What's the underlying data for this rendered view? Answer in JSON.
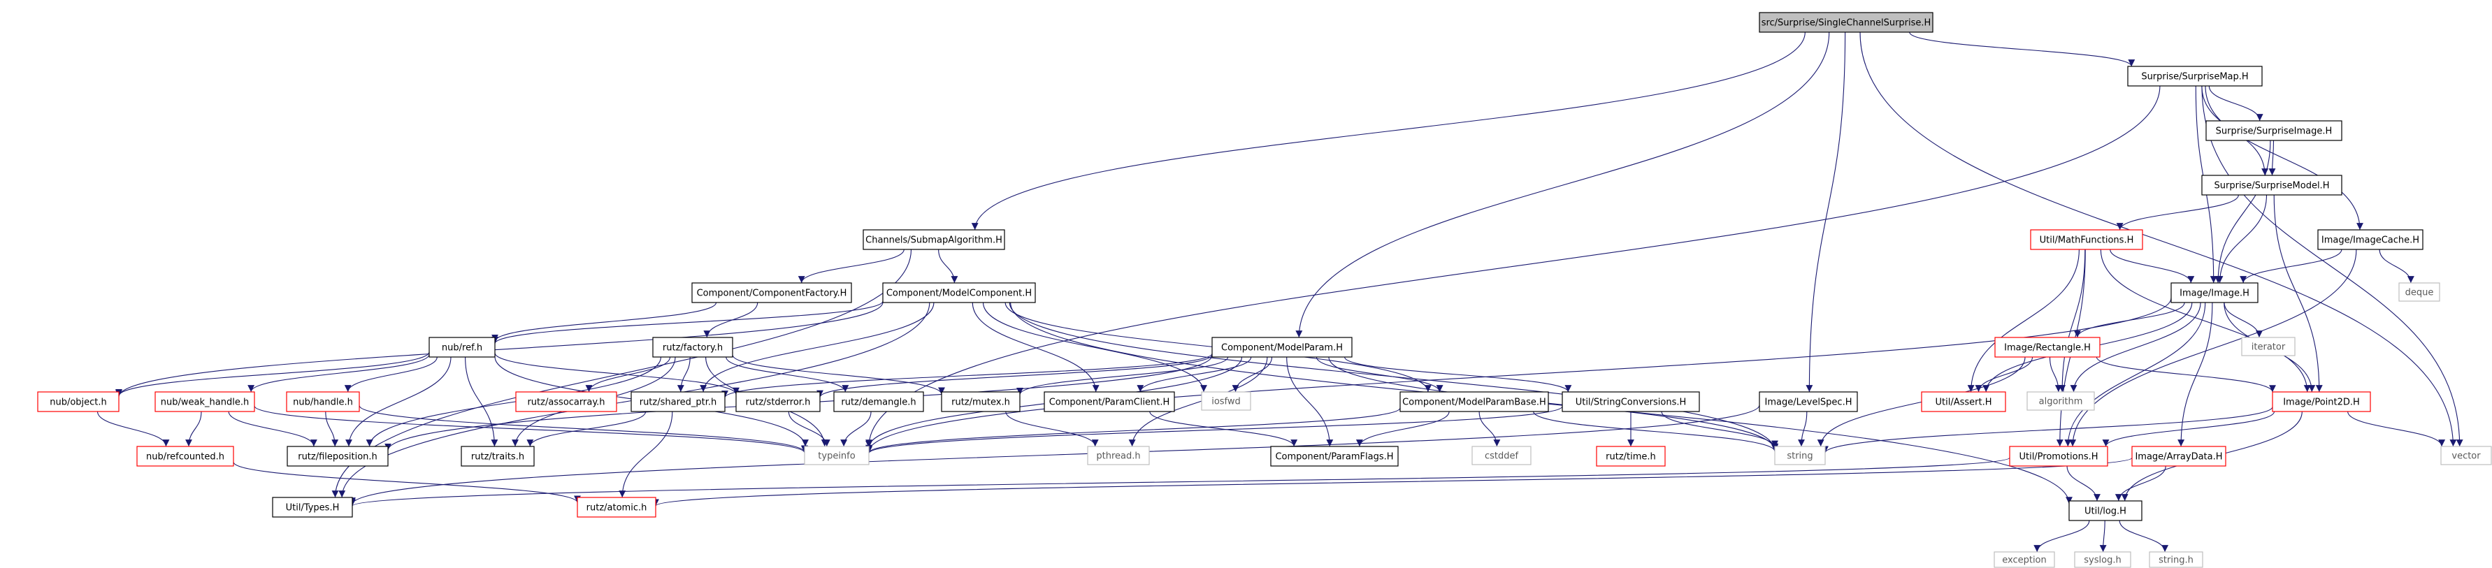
{
  "title": "src/Surprise/SingleChannelSurprise.H",
  "colors": {
    "edge": "#191970",
    "border_default": "#000000",
    "border_warn": "#ff0000",
    "border_external": "#bfbfbf",
    "root_fill": "#bfbfbf",
    "node_fill": "#ffffff",
    "text_default": "#000000",
    "text_external": "#595959"
  },
  "nodes": [
    {
      "id": "root",
      "label": "src/Surprise/SingleChannelSurprise.H",
      "style": "root"
    },
    {
      "id": "SurpriseMap",
      "label": "Surprise/SurpriseMap.H",
      "style": "normal"
    },
    {
      "id": "SurpriseImage",
      "label": "Surprise/SurpriseImage.H",
      "style": "normal"
    },
    {
      "id": "SurpriseModel",
      "label": "Surprise/SurpriseModel.H",
      "style": "normal"
    },
    {
      "id": "SubmapAlgorithm",
      "label": "Channels/SubmapAlgorithm.H",
      "style": "normal"
    },
    {
      "id": "ComponentFactory",
      "label": "Component/ComponentFactory.H",
      "style": "normal"
    },
    {
      "id": "ModelComponent",
      "label": "Component/ModelComponent.H",
      "style": "normal"
    },
    {
      "id": "MathFunctions",
      "label": "Util/MathFunctions.H",
      "style": "warn"
    },
    {
      "id": "ImageCache",
      "label": "Image/ImageCache.H",
      "style": "normal"
    },
    {
      "id": "deque",
      "label": "deque",
      "style": "external"
    },
    {
      "id": "ImageH",
      "label": "Image/Image.H",
      "style": "normal"
    },
    {
      "id": "iterator",
      "label": "iterator",
      "style": "external"
    },
    {
      "id": "nubref",
      "label": "nub/ref.h",
      "style": "normal"
    },
    {
      "id": "rutzfactory",
      "label": "rutz/factory.h",
      "style": "normal"
    },
    {
      "id": "ModelParam",
      "label": "Component/ModelParam.H",
      "style": "normal"
    },
    {
      "id": "Rectangle",
      "label": "Image/Rectangle.H",
      "style": "warn"
    },
    {
      "id": "nubobject",
      "label": "nub/object.h",
      "style": "warn"
    },
    {
      "id": "weakhandle",
      "label": "nub/weak_handle.h",
      "style": "warn"
    },
    {
      "id": "nubhandle",
      "label": "nub/handle.h",
      "style": "warn"
    },
    {
      "id": "assocarray",
      "label": "rutz/assocarray.h",
      "style": "warn"
    },
    {
      "id": "sharedptr",
      "label": "rutz/shared_ptr.h",
      "style": "normal"
    },
    {
      "id": "stderror",
      "label": "rutz/stderror.h",
      "style": "normal"
    },
    {
      "id": "demangle",
      "label": "rutz/demangle.h",
      "style": "normal"
    },
    {
      "id": "mutex",
      "label": "rutz/mutex.h",
      "style": "normal"
    },
    {
      "id": "ParamClient",
      "label": "Component/ParamClient.H",
      "style": "normal"
    },
    {
      "id": "iosfwd",
      "label": "iosfwd",
      "style": "external"
    },
    {
      "id": "ModelParamBase",
      "label": "Component/ModelParamBase.H",
      "style": "normal"
    },
    {
      "id": "StringConversions",
      "label": "Util/StringConversions.H",
      "style": "normal"
    },
    {
      "id": "LevelSpec",
      "label": "Image/LevelSpec.H",
      "style": "normal"
    },
    {
      "id": "UtilAssert",
      "label": "Util/Assert.H",
      "style": "warn"
    },
    {
      "id": "algorithm",
      "label": "algorithm",
      "style": "external"
    },
    {
      "id": "Point2D",
      "label": "Image/Point2D.H",
      "style": "warn"
    },
    {
      "id": "nubrefcounted",
      "label": "nub/refcounted.h",
      "style": "warn"
    },
    {
      "id": "fileposition",
      "label": "rutz/fileposition.h",
      "style": "normal"
    },
    {
      "id": "traits",
      "label": "rutz/traits.h",
      "style": "normal"
    },
    {
      "id": "typeinfo",
      "label": "typeinfo",
      "style": "external"
    },
    {
      "id": "pthread",
      "label": "pthread.h",
      "style": "external"
    },
    {
      "id": "ParamFlags",
      "label": "Component/ParamFlags.H",
      "style": "normal"
    },
    {
      "id": "cstddef",
      "label": "cstddef",
      "style": "external"
    },
    {
      "id": "rutztime",
      "label": "rutz/time.h",
      "style": "warn"
    },
    {
      "id": "string",
      "label": "string",
      "style": "external"
    },
    {
      "id": "vector",
      "label": "vector",
      "style": "external"
    },
    {
      "id": "Promotions",
      "label": "Util/Promotions.H",
      "style": "warn"
    },
    {
      "id": "ArrayData",
      "label": "Image/ArrayData.H",
      "style": "warn"
    },
    {
      "id": "UtilTypes",
      "label": "Util/Types.H",
      "style": "normal"
    },
    {
      "id": "atomic",
      "label": "rutz/atomic.h",
      "style": "warn"
    },
    {
      "id": "UtilLog",
      "label": "Util/log.H",
      "style": "normal"
    },
    {
      "id": "exception",
      "label": "exception",
      "style": "external"
    },
    {
      "id": "syslog",
      "label": "syslog.h",
      "style": "external"
    },
    {
      "id": "stringh",
      "label": "string.h",
      "style": "external"
    }
  ],
  "edges": [
    [
      "root",
      "SurpriseMap"
    ],
    [
      "root",
      "SubmapAlgorithm"
    ],
    [
      "root",
      "ModelParam"
    ],
    [
      "root",
      "LevelSpec"
    ],
    [
      "root",
      "vector"
    ],
    [
      "SurpriseMap",
      "SurpriseImage"
    ],
    [
      "SurpriseMap",
      "SurpriseModel"
    ],
    [
      "SurpriseMap",
      "ImageCache"
    ],
    [
      "SurpriseMap",
      "ImageH"
    ],
    [
      "SurpriseMap",
      "vector"
    ],
    [
      "SurpriseMap",
      "typeinfo"
    ],
    [
      "SurpriseImage",
      "SurpriseModel"
    ],
    [
      "SurpriseImage",
      "ImageH"
    ],
    [
      "SurpriseModel",
      "MathFunctions"
    ],
    [
      "SurpriseModel",
      "ImageH"
    ],
    [
      "SurpriseModel",
      "Point2D"
    ],
    [
      "SubmapAlgorithm",
      "ComponentFactory"
    ],
    [
      "SubmapAlgorithm",
      "ModelComponent"
    ],
    [
      "SubmapAlgorithm",
      "UtilTypes"
    ],
    [
      "ComponentFactory",
      "nubref"
    ],
    [
      "ComponentFactory",
      "rutzfactory"
    ],
    [
      "ModelComponent",
      "nubref"
    ],
    [
      "ModelComponent",
      "nubobject"
    ],
    [
      "ModelComponent",
      "sharedptr"
    ],
    [
      "ModelComponent",
      "ParamClient"
    ],
    [
      "ModelComponent",
      "iosfwd"
    ],
    [
      "ModelComponent",
      "ModelParamBase"
    ],
    [
      "ModelComponent",
      "string"
    ],
    [
      "ModelComponent",
      "UtilLog"
    ],
    [
      "ModelComponent",
      "UtilTypes"
    ],
    [
      "MathFunctions",
      "ImageH"
    ],
    [
      "MathFunctions",
      "UtilAssert"
    ],
    [
      "MathFunctions",
      "algorithm"
    ],
    [
      "MathFunctions",
      "Point2D"
    ],
    [
      "MathFunctions",
      "Promotions"
    ],
    [
      "ImageCache",
      "deque"
    ],
    [
      "ImageCache",
      "ImageH"
    ],
    [
      "ImageCache",
      "Promotions"
    ],
    [
      "ImageH",
      "iterator"
    ],
    [
      "ImageH",
      "Rectangle"
    ],
    [
      "ImageH",
      "UtilAssert"
    ],
    [
      "ImageH",
      "algorithm"
    ],
    [
      "ImageH",
      "Point2D"
    ],
    [
      "ImageH",
      "Promotions"
    ],
    [
      "ImageH",
      "ArrayData"
    ],
    [
      "ImageH",
      "typeinfo"
    ],
    [
      "nubref",
      "nubobject"
    ],
    [
      "nubref",
      "weakhandle"
    ],
    [
      "nubref",
      "nubhandle"
    ],
    [
      "nubref",
      "stderror"
    ],
    [
      "nubref",
      "fileposition"
    ],
    [
      "nubref",
      "traits"
    ],
    [
      "nubref",
      "typeinfo"
    ],
    [
      "rutzfactory",
      "assocarray"
    ],
    [
      "rutzfactory",
      "sharedptr"
    ],
    [
      "rutzfactory",
      "demangle"
    ],
    [
      "rutzfactory",
      "mutex"
    ],
    [
      "rutzfactory",
      "fileposition"
    ],
    [
      "rutzfactory",
      "traits"
    ],
    [
      "rutzfactory",
      "typeinfo"
    ],
    [
      "ModelParam",
      "sharedptr"
    ],
    [
      "ModelParam",
      "stderror"
    ],
    [
      "ModelParam",
      "mutex"
    ],
    [
      "ModelParam",
      "ParamClient"
    ],
    [
      "ModelParam",
      "iosfwd"
    ],
    [
      "ModelParam",
      "ModelParamBase"
    ],
    [
      "ModelParam",
      "StringConversions"
    ],
    [
      "ModelParam",
      "ParamFlags"
    ],
    [
      "ModelParam",
      "pthread"
    ],
    [
      "ModelParam",
      "typeinfo"
    ],
    [
      "ModelParam",
      "string"
    ],
    [
      "ModelParam",
      "fileposition"
    ],
    [
      "Rectangle",
      "UtilAssert"
    ],
    [
      "Rectangle",
      "algorithm"
    ],
    [
      "Rectangle",
      "Point2D"
    ],
    [
      "Rectangle",
      "string"
    ],
    [
      "weakhandle",
      "nubrefcounted"
    ],
    [
      "weakhandle",
      "fileposition"
    ],
    [
      "weakhandle",
      "typeinfo"
    ],
    [
      "nubobject",
      "nubrefcounted"
    ],
    [
      "nubhandle",
      "fileposition"
    ],
    [
      "nubhandle",
      "typeinfo"
    ],
    [
      "nubrefcounted",
      "atomic"
    ],
    [
      "sharedptr",
      "traits"
    ],
    [
      "sharedptr",
      "atomic"
    ],
    [
      "stderror",
      "typeinfo"
    ],
    [
      "demangle",
      "typeinfo"
    ],
    [
      "mutex",
      "pthread"
    ],
    [
      "ParamClient",
      "ParamFlags"
    ],
    [
      "ModelParamBase",
      "ParamFlags"
    ],
    [
      "ModelParamBase",
      "cstddef"
    ],
    [
      "ModelParamBase",
      "string"
    ],
    [
      "ModelParamBase",
      "typeinfo"
    ],
    [
      "StringConversions",
      "rutztime"
    ],
    [
      "StringConversions",
      "string"
    ],
    [
      "StringConversions",
      "typeinfo"
    ],
    [
      "LevelSpec",
      "string"
    ],
    [
      "LevelSpec",
      "UtilTypes"
    ],
    [
      "Point2D",
      "Promotions"
    ],
    [
      "Point2D",
      "UtilLog"
    ],
    [
      "Point2D",
      "vector"
    ],
    [
      "Point2D",
      "string"
    ],
    [
      "Promotions",
      "UtilTypes"
    ],
    [
      "Promotions",
      "UtilLog"
    ],
    [
      "ArrayData",
      "atomic"
    ],
    [
      "ArrayData",
      "UtilLog"
    ],
    [
      "UtilLog",
      "exception"
    ],
    [
      "UtilLog",
      "syslog"
    ],
    [
      "UtilLog",
      "stringh"
    ]
  ]
}
